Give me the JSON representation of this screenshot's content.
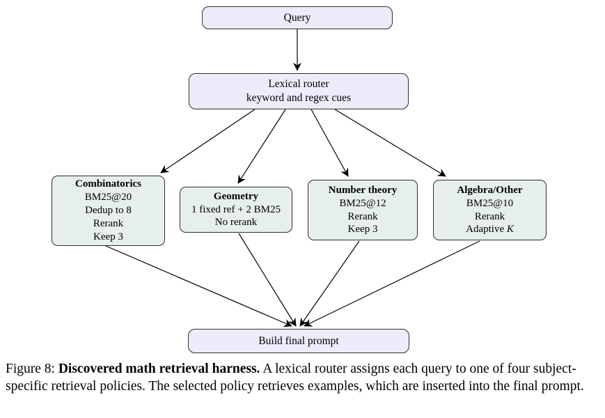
{
  "diagram": {
    "nodes": {
      "query": {
        "label": "Query"
      },
      "router": {
        "line1": "Lexical router",
        "line2": "keyword and regex cues"
      },
      "combinatorics": {
        "title": "Combinatorics",
        "lines": [
          "BM25@20",
          "Dedup to 8",
          "Rerank",
          "Keep 3"
        ]
      },
      "geometry": {
        "title": "Geometry",
        "lines": [
          "1 fixed ref + 2 BM25",
          "No rerank"
        ]
      },
      "number_theory": {
        "title": "Number theory",
        "lines": [
          "BM25@12",
          "Rerank",
          "Keep 3"
        ]
      },
      "algebra": {
        "title": "Algebra/Other",
        "lines": [
          "BM25@10",
          "Rerank"
        ],
        "adaptive_label": "Adaptive",
        "adaptive_var": "K"
      },
      "build": {
        "label": "Build final prompt"
      }
    },
    "colors": {
      "terminal_fill": "#ECECFA",
      "policy_fill": "#E6EFE9",
      "border": "#2e2e2e",
      "arrow": "#000000"
    }
  },
  "caption": {
    "prefix": "Figure 8: ",
    "bold": "Discovered math retrieval harness.",
    "body": " A lexical router assigns each query to one of four subject-specific retrieval policies. The selected policy retrieves examples, which are inserted into the final prompt."
  }
}
